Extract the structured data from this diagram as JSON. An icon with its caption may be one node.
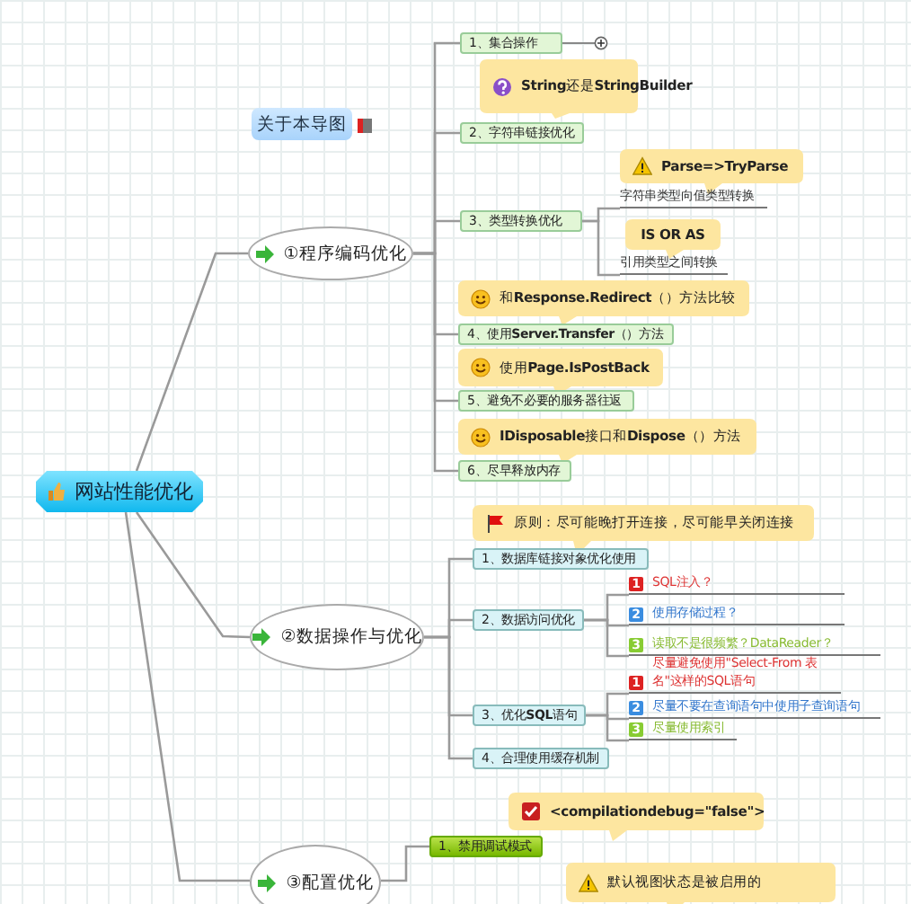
{
  "diagram": {
    "nodes": [
      {
        "text": [
          "网站性能优化"
        ]
      },
      {
        "text": [
          "关于本导图"
        ]
      },
      {
        "text": [
          "①程序编码优化"
        ]
      },
      {
        "text": [
          "1、集合操作"
        ]
      },
      {
        "text": [
          "**String**还是**StringBuilder**"
        ]
      },
      {
        "text": [
          "2、字符串链接优化"
        ]
      },
      {
        "text": [
          "Parse=>TryParse"
        ]
      },
      {
        "text": [
          "3、类型转换优化"
        ]
      },
      {
        "text": [
          "字符串类型向值类型转换"
        ]
      },
      {
        "text": [
          "IS OR AS"
        ]
      },
      {
        "text": [
          "引用类型之间转换"
        ]
      },
      {
        "text": [
          "和**Response.Redirect**（）方法比较"
        ]
      },
      {
        "text": [
          "4、使用**Server.Transfer**（）方法"
        ]
      },
      {
        "text": [
          "使用**Page.IsPostBack**"
        ]
      },
      {
        "text": [
          "5、避免不必要的服务器往返"
        ]
      },
      {
        "text": [
          "**IDisposable**接口和**Dispose**（）方法"
        ]
      },
      {
        "text": [
          "6、尽早释放内存"
        ]
      },
      {
        "text": [
          "②数据操作与优化"
        ]
      },
      {
        "text": [
          "原则：尽可能晚打开连接，尽可能早关闭连接"
        ]
      },
      {
        "text": [
          "1、数据库链接对象优化使用"
        ]
      },
      {
        "text": [
          "2、数据访问优化"
        ]
      },
      {
        "text": [
          "1",
          "SQL注入？"
        ]
      },
      {
        "text": [
          "2",
          "使用存储过程？"
        ]
      },
      {
        "text": [
          "3",
          "读取不是很频繁？DataReader？"
        ]
      },
      {
        "text": [
          "3、优化**SQL**语句"
        ]
      },
      {
        "text": [
          "1",
          "尽量避免使用\"Select-From 表名\"这样的SQL语句"
        ]
      },
      {
        "text": [
          "2",
          "尽量不要在查询语句中使用子查询语句"
        ]
      },
      {
        "text": [
          "3",
          "尽量使用索引"
        ]
      },
      {
        "text": [
          "4、合理使用缓存机制"
        ]
      },
      {
        "text": [
          "③配置优化"
        ]
      },
      {
        "text": [
          "<compilationdebug=\"false\">"
        ]
      },
      {
        "text": [
          "1、禁用调试模式"
        ]
      },
      {
        "text": [
          "默认视图状态是被启用的"
        ]
      }
    ],
    "edges": [
      {
        "from": 0,
        "to": 2,
        "arrow": "none"
      },
      {
        "from": 0,
        "to": 17,
        "arrow": "none"
      },
      {
        "from": 0,
        "to": 29,
        "arrow": "none"
      },
      {
        "from": 2,
        "to": 3,
        "arrow": "none"
      },
      {
        "from": 2,
        "to": 5,
        "arrow": "none"
      },
      {
        "from": 2,
        "to": 7,
        "arrow": "none"
      },
      {
        "from": 2,
        "to": 12,
        "arrow": "none"
      },
      {
        "from": 2,
        "to": 14,
        "arrow": "none"
      },
      {
        "from": 2,
        "to": 16,
        "arrow": "none"
      },
      {
        "from": 7,
        "to": 8,
        "arrow": "none"
      },
      {
        "from": 7,
        "to": 10,
        "arrow": "none"
      },
      {
        "from": 17,
        "to": 19,
        "arrow": "none"
      },
      {
        "from": 17,
        "to": 20,
        "arrow": "none"
      },
      {
        "from": 17,
        "to": 24,
        "arrow": "none"
      },
      {
        "from": 17,
        "to": 28,
        "arrow": "none"
      },
      {
        "from": 20,
        "to": 21,
        "arrow": "none"
      },
      {
        "from": 20,
        "to": 22,
        "arrow": "none"
      },
      {
        "from": 20,
        "to": 23,
        "arrow": "none"
      },
      {
        "from": 24,
        "to": 25,
        "arrow": "none"
      },
      {
        "from": 24,
        "to": 26,
        "arrow": "none"
      },
      {
        "from": 24,
        "to": 27,
        "arrow": "none"
      },
      {
        "from": 29,
        "to": 31,
        "arrow": "none"
      }
    ]
  }
}
